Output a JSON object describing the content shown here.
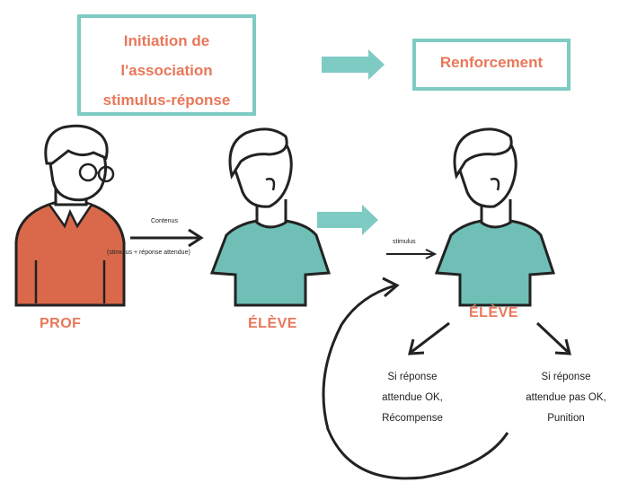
{
  "boxes": {
    "initiation_lines": [
      "Initiation de",
      "l'association",
      "stimulus-réponse"
    ],
    "renforcement": "Renforcement"
  },
  "labels": {
    "prof": "PROF",
    "eleve_1": "ÉLÈVE",
    "eleve_2": "ÉLÈVE"
  },
  "arrows": {
    "contenus": "Contenus",
    "contenus_detail": "(stimulus + réponse attendue)",
    "stimulus": "stimulus"
  },
  "outcomes": {
    "ok_lines": [
      "Si réponse",
      "attendue OK,",
      "Récompense"
    ],
    "not_ok_lines": [
      "Si réponse",
      "attendue pas OK,",
      "Punition"
    ]
  },
  "colors": {
    "accent_orange": "#e8775a",
    "teal": "#7ecbc3",
    "shirt_teal": "#6fbfb6",
    "sweater": "#d9694a",
    "ink": "#222222"
  }
}
